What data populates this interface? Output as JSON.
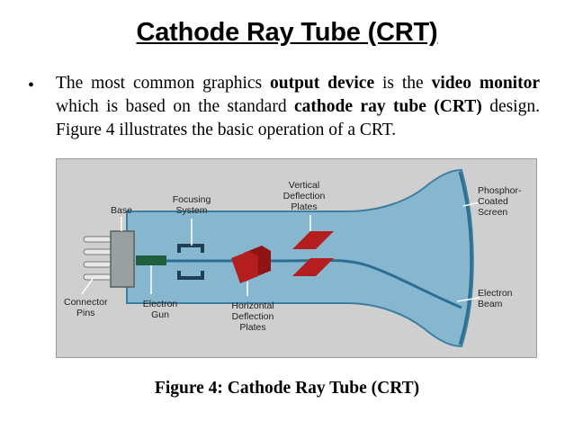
{
  "slide": {
    "title": "Cathode Ray Tube (CRT)",
    "bullet": {
      "text_1": "The most common graphics ",
      "bold_1": "output device",
      "text_2": " is the ",
      "bold_2": "video monitor",
      "text_3": " which is based on the standard ",
      "bold_3": "cathode ray tube (CRT)",
      "text_4": " design. Figure 4 illustrates the basic operation of a CRT."
    },
    "caption": "Figure 4: Cathode Ray Tube (CRT)"
  },
  "diagram": {
    "labels": {
      "base": "Base",
      "focusing_1": "Focusing",
      "focusing_2": "System",
      "vertical_1": "Vertical",
      "vertical_2": "Deflection",
      "vertical_3": "Plates",
      "phosphor_1": "Phosphor-",
      "phosphor_2": "Coated",
      "phosphor_3": "Screen",
      "connector_1": "Connector",
      "connector_2": "Pins",
      "gun_1": "Electron",
      "gun_2": "Gun",
      "horizontal_1": "Horizontal",
      "horizontal_2": "Deflection",
      "horizontal_3": "Plates",
      "beam_1": "Electron",
      "beam_2": "Beam"
    },
    "colors": {
      "tube_fill": "#86b7cf",
      "plates": "#b51e1e",
      "gun": "#1f5f3e",
      "base": "#9aa0a0",
      "pins": "#e8e8e8",
      "beam": "#2a6f93",
      "leader_lines": "#ffffff"
    }
  }
}
